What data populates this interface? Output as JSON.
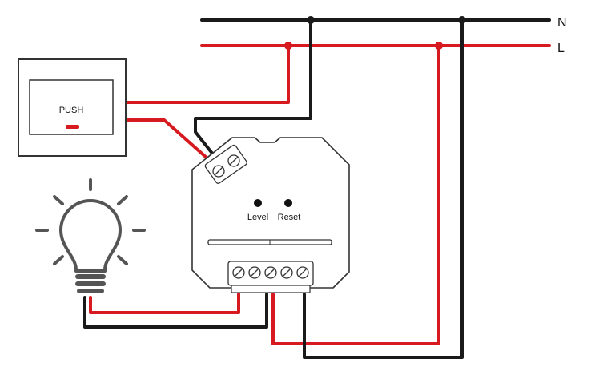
{
  "diagram": {
    "bus_labels": {
      "neutral": "N",
      "live": "L"
    },
    "switch": {
      "label": "PUSH"
    },
    "module": {
      "button_level": "Level",
      "button_reset": "Reset"
    },
    "colors": {
      "neutral": "#1a1a1a",
      "live": "#d71920",
      "outline": "#333333",
      "bulb": "#555555"
    }
  }
}
